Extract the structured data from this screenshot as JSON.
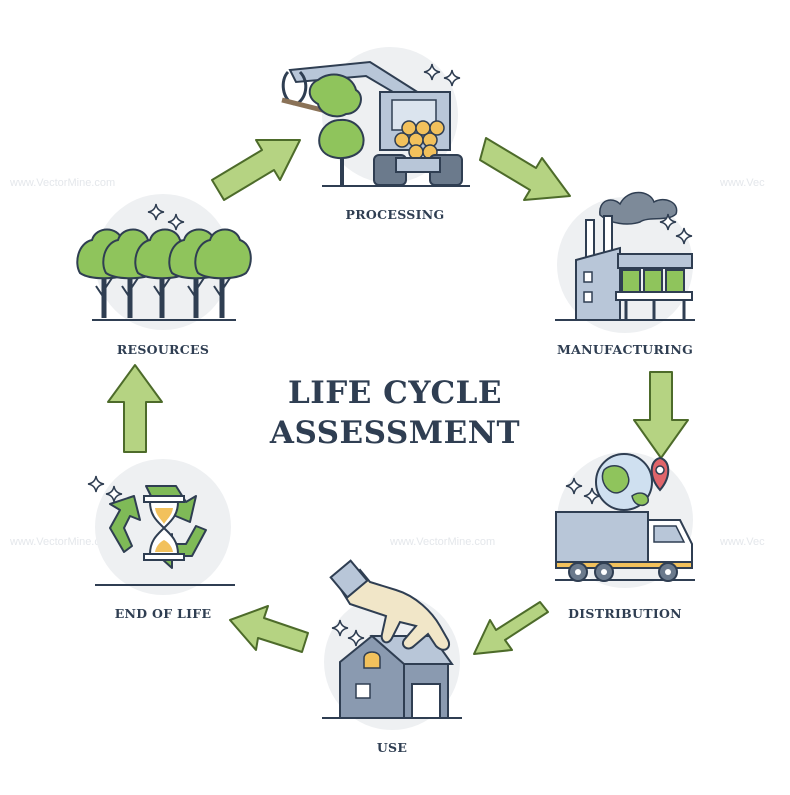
{
  "title": {
    "line1": "LIFE CYCLE",
    "line2": "ASSESSMENT"
  },
  "stages": {
    "processing": "PROCESSING",
    "manufacturing": "MANUFACTURING",
    "distribution": "DISTRIBUTION",
    "use": "USE",
    "end_of_life": "END OF LIFE",
    "resources": "RESOURCES"
  },
  "watermark": "www.VectorMine.com",
  "colors": {
    "arrow_fill": "#b5d382",
    "arrow_stroke": "#4d6b2a",
    "tree_green": "#8fc45c",
    "outline": "#2f3e52",
    "circle_bg": "#eef0f2",
    "steel": "#b8c6d8",
    "orange": "#f2c15c",
    "pin_red": "#e0656a",
    "recycle_green": "#7fba57"
  }
}
